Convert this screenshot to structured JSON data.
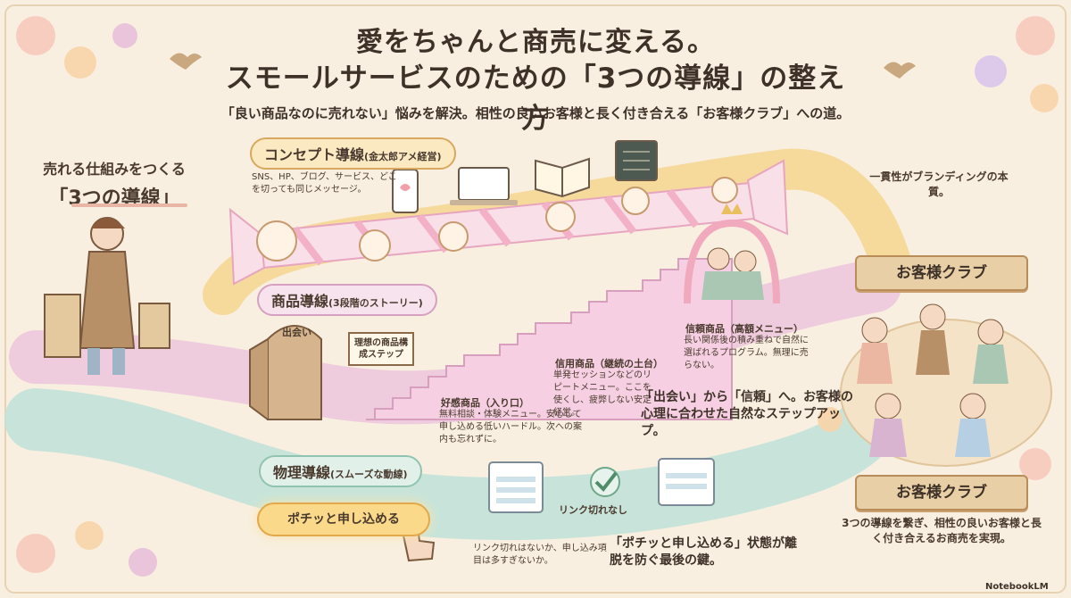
{
  "header": {
    "title_line1": "愛をちゃんと商売に変える。",
    "title_line2": "スモールサービスのための「3つの導線」の整え方",
    "subtitle": "「良い商品なのに売れない」悩みを解決。相性の良いお客様と長く付き合える「お客様クラブ」への道。"
  },
  "left": {
    "heading": "売れる仕組みをつくる",
    "heading_big": "「3つの導線」"
  },
  "concept": {
    "label": "コンセプト導線",
    "label_small": "(金太郎アメ経営)",
    "note": "SNS、HP、ブログ、サービス、どこを切っても同じメッセージ。"
  },
  "branding_note": "一貫性がブランディングの本質。",
  "club": {
    "banner_top": "お客様クラブ",
    "banner_bottom": "お客様クラブ",
    "note": "3つの導線を繋ぎ、相性の良いお客様と長く付き合えるお商売を実現。"
  },
  "product": {
    "label": "商品導線",
    "label_small": "(3段階のストーリー)",
    "door_label": "出会い",
    "sign": "理想の商品構成ステップ",
    "steps": [
      {
        "title": "好感商品（入り口）",
        "note": "無料相談・体験メニュー。安心して申し込める低いハードル。次への案内も忘れずに。"
      },
      {
        "title": "信用商品（継続の土台）",
        "note": "単発セッションなどのリピートメニュー。ここを使くし、疲弊しない安定経営。"
      },
      {
        "title": "信頼商品（高額メニュー）",
        "note": "長い関係後の積み重ねで自然に選ばれるプログラム。無理に売らない。"
      }
    ],
    "summary": "「出会い」から「信頼」へ。お客様の心理に合わせた自然なステップアップ。"
  },
  "physical": {
    "label": "物理導線",
    "label_small": "(スムーズな動線)",
    "cta": "ポチッと申し込める",
    "link_ok": "リンク切れなし",
    "check_note": "リンク切れはないか、申し込み項目は多すぎないか。",
    "summary": "「ポチッと申し込める」状態が離脱を防ぐ最後の鍵。"
  },
  "footer": {
    "brand": "NotebookLM"
  },
  "colors": {
    "background": "#f8efe0",
    "concept_path": "#f4d48a",
    "product_path": "#e7b5d2",
    "physical_path": "#bfe2d8",
    "banner": "#e8cfa6"
  }
}
